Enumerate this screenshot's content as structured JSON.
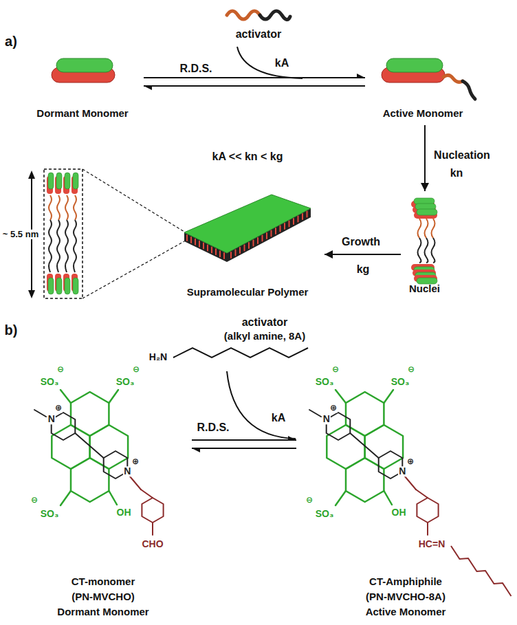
{
  "diagram": {
    "nodes": [
      {
        "text": [
          "Dormant Monomer"
        ]
      },
      {
        "text": [
          "Active Monomer"
        ]
      },
      {
        "text": [
          "Nuclei"
        ]
      },
      {
        "text": [
          "Supramolecular Polymer"
        ]
      },
      {
        "text": [
          "CT-monomer",
          "(PN-MVCHO)",
          "Dormant Monomer"
        ]
      },
      {
        "text": [
          "CT-Amphiphile",
          "(PN-MVCHO-8A)",
          "Active Monomer"
        ]
      }
    ],
    "edges": [
      {
        "from": 0,
        "to": 1,
        "label": "R.D.S.",
        "arrow": "both"
      },
      {
        "from": 1,
        "to": 2,
        "label": "Nucleation",
        "arrow": "to"
      },
      {
        "from": 2,
        "to": 3,
        "label": "Growth",
        "arrow": "to"
      },
      {
        "from": 4,
        "to": 5,
        "label": "R.D.S.",
        "arrow": "both"
      }
    ],
    "labels": [
      "a)",
      "activator",
      "kA",
      "kn",
      "kg",
      "kA << kn < kg",
      "~ 5.5 nm",
      "b)",
      "activator",
      "(alkyl amine, 8A)",
      "kA",
      "H₂N",
      "SO₃",
      "SO₃",
      "SO₃",
      "⊖",
      "⊖",
      "⊖",
      "N",
      "⊕",
      "N",
      "⊕",
      "OH",
      "CHO",
      "SO₃",
      "SO₃",
      "SO₃",
      "⊖",
      "⊖",
      "⊖",
      "N",
      "⊕",
      "N",
      "⊕",
      "OH",
      "HC=N"
    ]
  }
}
